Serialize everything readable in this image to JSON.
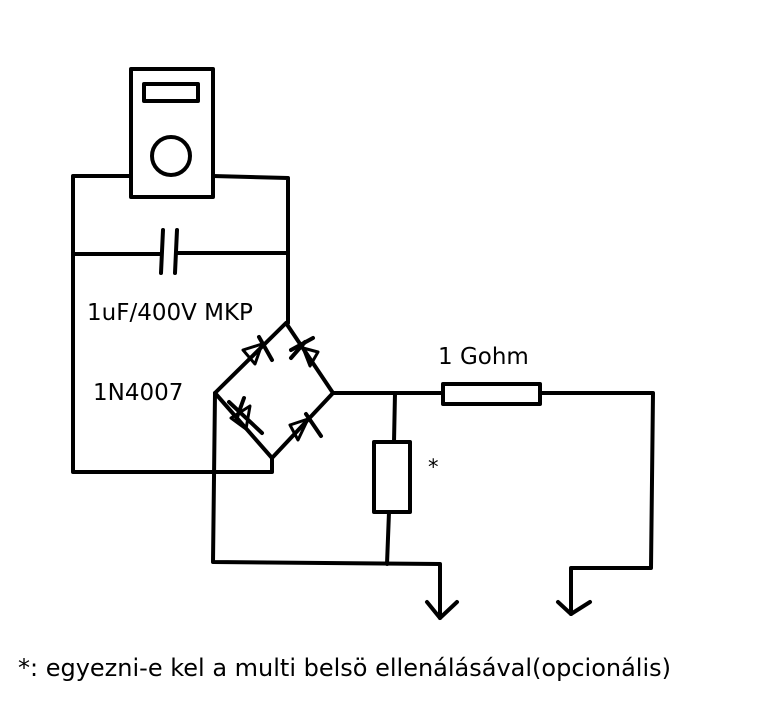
{
  "labels": {
    "capacitor": "1uF/400V MKP",
    "diode": "1N4007",
    "resistor": "1 Gohm",
    "shunt_marker": "*",
    "footnote": "*: egyezni-e kel a multi belsö ellenálásával(opcionális)"
  },
  "components": {
    "meter": "multimeter-icon",
    "capacitor": "capacitor-icon",
    "bridge": "diode-bridge",
    "resistor_main": "resistor-icon",
    "resistor_shunt": "resistor-icon",
    "probes": "probe-arrow-icon"
  },
  "colors": {
    "ink": "#000000",
    "background": "#ffffff"
  }
}
